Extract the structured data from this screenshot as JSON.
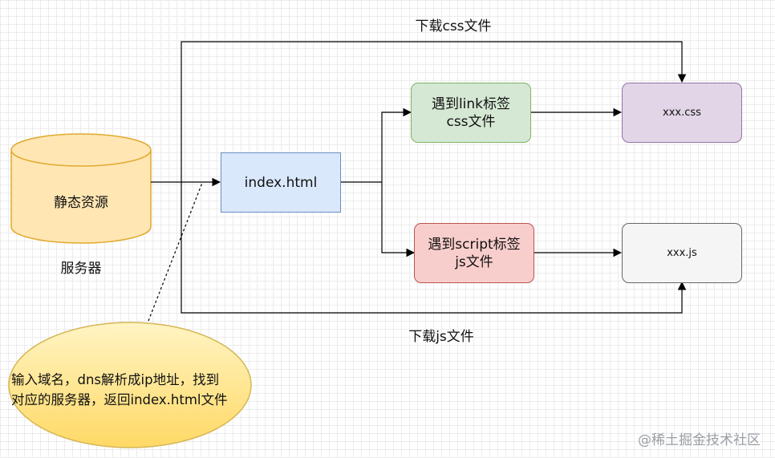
{
  "nodes": {
    "server_db": {
      "label": "静态资源",
      "caption": "服务器",
      "fill": "#ffe6b3",
      "stroke": "#e0aa2f"
    },
    "index": {
      "label": "index.html",
      "fill": "#dae8fc",
      "stroke": "#6c8ebf"
    },
    "link": {
      "line1": "遇到link标签",
      "line2": "css文件",
      "fill": "#d5e8d4",
      "stroke": "#82b366"
    },
    "script": {
      "line1": "遇到script标签",
      "line2": "js文件",
      "fill": "#f8cecc",
      "stroke": "#b85450"
    },
    "css": {
      "label": "xxx.css",
      "fill": "#e1d5e7",
      "stroke": "#9673a6"
    },
    "js": {
      "label": "xxx.js",
      "fill": "#f5f5f5",
      "stroke": "#666666"
    }
  },
  "edges": {
    "download_css": "下载css文件",
    "download_js": "下载js文件"
  },
  "note": {
    "line1": "输入域名，dns解析成ip地址，找到",
    "line2": "对应的服务器，返回index.html文件",
    "fill_top": "#fff4c3",
    "fill_bottom": "#ffd966",
    "stroke": "#d6b656"
  },
  "watermark": "@稀土掘金技术社区"
}
